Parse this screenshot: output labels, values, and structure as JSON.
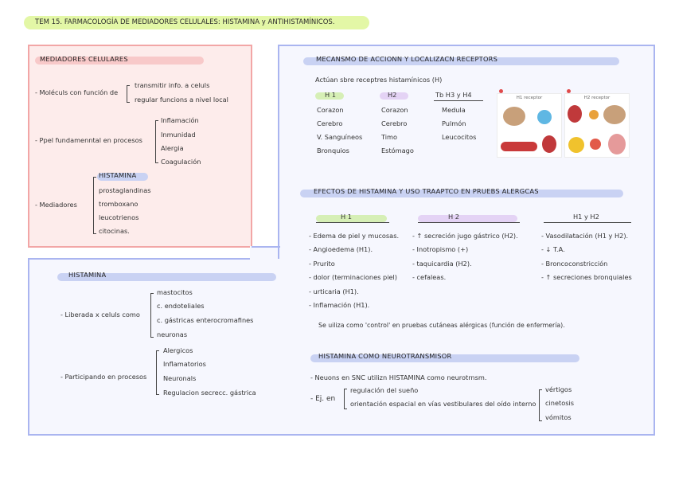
{
  "doc_title": "TEM 15. FARMACOLOGÍA DE MEDIADORES CELULALES: HISTAMINA y ANTIHISTAMÍNICOS.",
  "mediadores": {
    "title": "MEDIADORES CELULARES",
    "row1_label": "- Moléculs con función de",
    "row1_items": [
      "transmitir info. a celuls",
      "regular funcions a nivel local"
    ],
    "row2_label": "- Ppel fundamenntal en procesos",
    "row2_items": [
      "Inflamación",
      "Inmunidad",
      "Alergia",
      "Coagulación"
    ],
    "row3_label": "- Mediadores",
    "row3_items": [
      "HISTAMINA",
      "prostaglandinas",
      "tromboxano",
      "leucotrienos",
      "citocinas."
    ]
  },
  "mecanismo": {
    "title": "MECANSMO DE ACCIONN Y LOCALIZACN RECEPTORS",
    "intro": "Actúan sbre receptres histamínicos (H)",
    "columns": [
      {
        "header": "H 1",
        "items": [
          "Corazon",
          "Cerebro",
          "V. Sanguíneos",
          "Bronquios"
        ]
      },
      {
        "header": "H2",
        "items": [
          "Corazon",
          "Cerebro",
          "Timo",
          "Estómago"
        ]
      },
      {
        "header": "Tb H3 y H4",
        "items": [
          "Medula",
          "Pulmón",
          "Leucocitos"
        ]
      }
    ],
    "img1_caption": "H1 receptor",
    "img2_caption": "H2 receptor"
  },
  "efectos": {
    "title": "EFECTOS DE HISTAMINA Y USO TRAAPTCO EN PRUEBS ALERGCAS",
    "columns": [
      {
        "header": "H 1",
        "items": [
          "- Edema de piel y mucosas.",
          "- Angioedema (H1).",
          "- Prurito",
          "- dolor (terminaciones piel)",
          "- urticaria (H1).",
          "- Inflamación (H1)."
        ]
      },
      {
        "header": "H 2",
        "items": [
          "- ↑ secreción jugo gástrico (H2).",
          "- Inotropismo (+)",
          "- taquicardia (H2).",
          "- cefaleas."
        ]
      },
      {
        "header": "H1 y H2",
        "items": [
          "- Vasodilatación (H1 y H2).",
          "- ↓ T.A.",
          "- Broncoconstricción",
          "- ↑ secreciones bronquiales"
        ]
      }
    ],
    "note": "Se uiliza como 'control' en pruebas cutáneas alérgicas (función de enfermería)."
  },
  "histamina": {
    "title": "HISTAMINA",
    "row1_label": "- Liberada x celuls como",
    "row1_items": [
      "mastocitos",
      "c. endoteliales",
      "c. gástricas enterocromafines",
      "neuronas"
    ],
    "row2_label": "- Participando en procesos",
    "row2_items": [
      "Alergicos",
      "Inflamatorios",
      "Neuronals",
      "Regulacion secrecc. gástrica"
    ]
  },
  "neuro": {
    "title": "HISTAMINA COMO NEUROTRANSMISOR",
    "line1": "- Neuons en SNC utilizn HISTAMINA como neurotrnsm.",
    "eg_label": "- Ej. en",
    "eg_items": [
      "regulación del sueño",
      "orientación espacial en vías vestibulares del oído interno"
    ],
    "symptoms": [
      "vértigos",
      "cinetosis",
      "vómitos"
    ]
  },
  "colors": {
    "title_hl": "#e3f7a6",
    "pink_hl": "#f8c9c9",
    "blue_hl": "#c9d2f3",
    "green_hl": "#d6efb6",
    "purple_hl": "#e4d3f5",
    "pink_border": "#f2a6a6",
    "blue_border": "#aab5f0"
  }
}
